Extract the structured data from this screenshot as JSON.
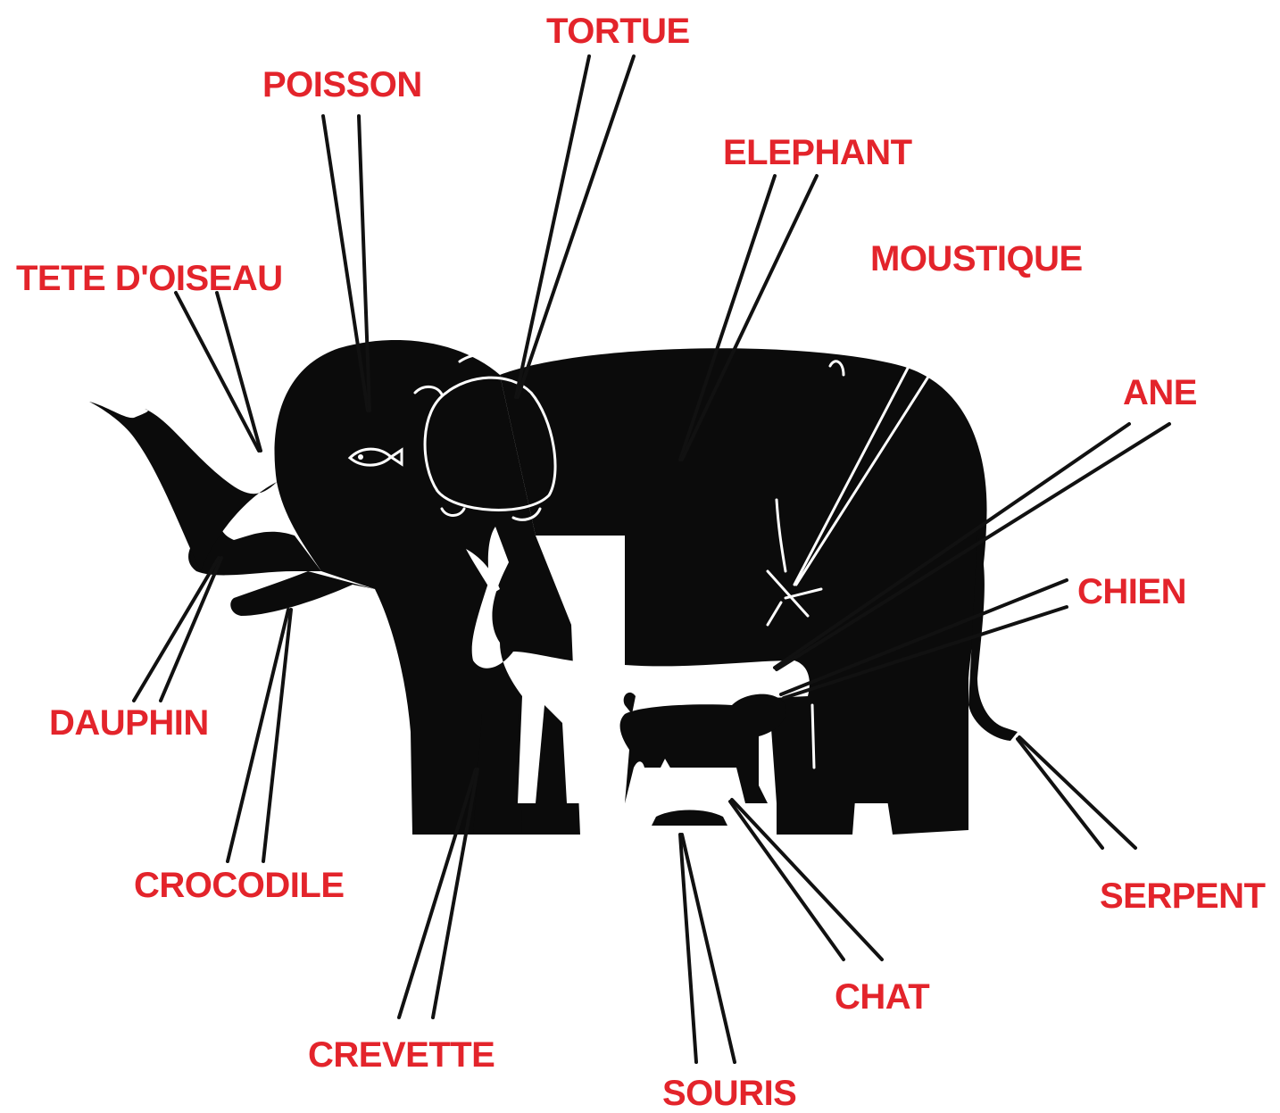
{
  "labels": {
    "tortue": "TORTUE",
    "poisson": "POISSON",
    "elephant": "ELEPHANT",
    "tete_oiseau": "TETE D'OISEAU",
    "moustique": "MOUSTIQUE",
    "ane": "ANE",
    "chien": "CHIEN",
    "dauphin": "DAUPHIN",
    "serpent": "SERPENT",
    "crocodile": "CROCODILE",
    "chat": "CHAT",
    "crevette": "CREVETTE",
    "souris": "SOURIS"
  },
  "colors": {
    "label": "#e3242b",
    "silhouette": "#0b0b0b",
    "background": "#ffffff"
  }
}
